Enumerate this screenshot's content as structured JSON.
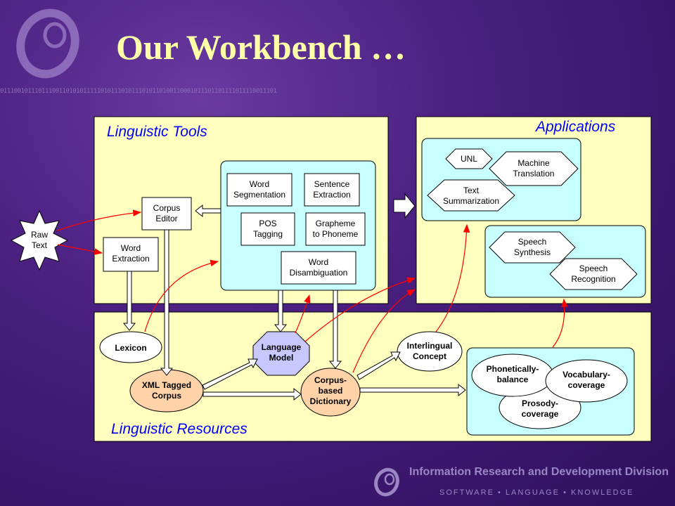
{
  "slide": {
    "title": "Our Workbench …",
    "binary_strip": "01110010111011100110101011111010111010111010110100110001011101101111011110011101",
    "footer": {
      "org": "Information Research and Development Division",
      "tagline": "SOFTWARE • LANGUAGE • KNOWLEDGE"
    }
  },
  "panels": {
    "tools_title": "Linguistic Tools",
    "applications_title": "Applications",
    "resources_title": "Linguistic Resources"
  },
  "nodes": {
    "raw_text": [
      "Raw",
      "Text"
    ],
    "corpus_editor": [
      "Corpus",
      "Editor"
    ],
    "word_extraction": [
      "Word",
      "Extraction"
    ],
    "word_segmentation": [
      "Word",
      "Segmentation"
    ],
    "sentence_extraction": [
      "Sentence",
      "Extraction"
    ],
    "pos_tagging": [
      "POS",
      "Tagging"
    ],
    "grapheme_to_phoneme": [
      "Grapheme",
      "to Phoneme"
    ],
    "word_disambiguation": [
      "Word",
      "Disambiguation"
    ],
    "unl": [
      "UNL"
    ],
    "machine_translation": [
      "Machine",
      "Translation"
    ],
    "text_summarization": [
      "Text",
      "Summarization"
    ],
    "speech_synthesis": [
      "Speech",
      "Synthesis"
    ],
    "speech_recognition": [
      "Speech",
      "Recognition"
    ],
    "lexicon": [
      "Lexicon"
    ],
    "language_model": [
      "Language",
      "Model"
    ],
    "interlingual_concept": [
      "Interlingual",
      "Concept"
    ],
    "xml_tagged_corpus": [
      "XML Tagged",
      "Corpus"
    ],
    "corpus_based_dictionary": [
      "Corpus-",
      "based",
      "Dictionary"
    ],
    "phonetically_balance": [
      "Phonetically-",
      "balance"
    ],
    "vocabulary_coverage": [
      "Vocabulary-",
      "coverage"
    ],
    "prosody_coverage": [
      "Prosody-",
      "coverage"
    ]
  },
  "colors": {
    "panel": "#ffffc0",
    "cyan": "#c8ffff",
    "label_blue": "#0000ff",
    "red_arrow": "#ff0000",
    "orange_node": "#ffd2a8",
    "lavender_node": "#c8c8ff",
    "title": "#ffffa8"
  }
}
